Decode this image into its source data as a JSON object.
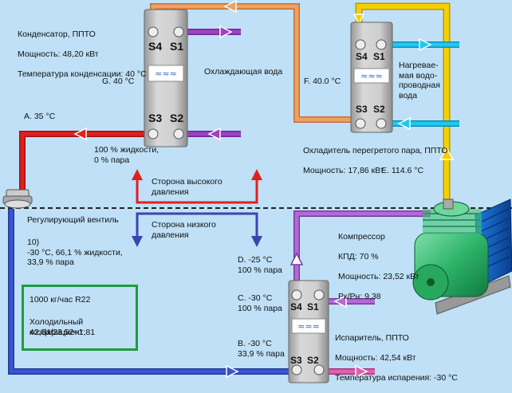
{
  "colors": {
    "background": "#bfe0f6",
    "hot_gas": "#f5d000",
    "desuperheated": "#f0a060",
    "liquid": "#e02020",
    "two_phase": "#3a55d0",
    "suction_vapor": "#b36ad6",
    "water": "#20c8f0",
    "condenser_cooling": "#a040c0",
    "capacity_box": "#1e9c3c",
    "compressor": "#2db36a"
  },
  "condenser": {
    "title": "Конденсатор, ППТО",
    "power": "Мощность: 48,20 кВт",
    "temp": "Температура конденсации: 40 °C",
    "ports": [
      "S4",
      "S1",
      "S3",
      "S2"
    ],
    "side_label": "Охлаждающая вода"
  },
  "desuperheater": {
    "title": "Охладитель перегретого пара, ППТО",
    "power": "Мощность: 17,86 кВт",
    "ports": [
      "S4",
      "S1",
      "S3",
      "S2"
    ],
    "water_label": "Нагревае-\nмая водо-\nпроводная\nвода"
  },
  "evaporator": {
    "title": "Испаритель, ППТО",
    "power": "Мощность: 42,54 кВт",
    "temp": "Температура испарения: -30 °C",
    "ports": [
      "S4",
      "S1",
      "S3",
      "S2"
    ]
  },
  "compressor": {
    "title": "Компрессор",
    "efficiency": "КПД: 70 %",
    "power": "Мощность: 23,52 кВт",
    "pressure_ratio": "Рк/Рн: 9,38"
  },
  "valve": {
    "label": "Регулирующий вентиль"
  },
  "points": {
    "A": "A. 35 °C",
    "G": "G. 40 °C",
    "F": "F. 40.0 °C",
    "E": "E. 114.6 °C",
    "D": "D. -25 °C\n100 % пара",
    "C": "C. -30 °C\n100 % пара",
    "B": "B. -30 °C\n33,9 % пара"
  },
  "liquid_state": "100 % жидкости,\n0 % пара",
  "after_valve": "10)\n-30 °C, 66,1 % жидкости,\n33,9 % пара",
  "high_side": "Сторона высокого\nдавления",
  "low_side": "Сторона низкого\nдавления",
  "capacity_box": {
    "flow": "1000 кг/час R22",
    "cop_label": "Холодильный коэффициент:",
    "cop_value": "42,54/23,52=1,81"
  }
}
